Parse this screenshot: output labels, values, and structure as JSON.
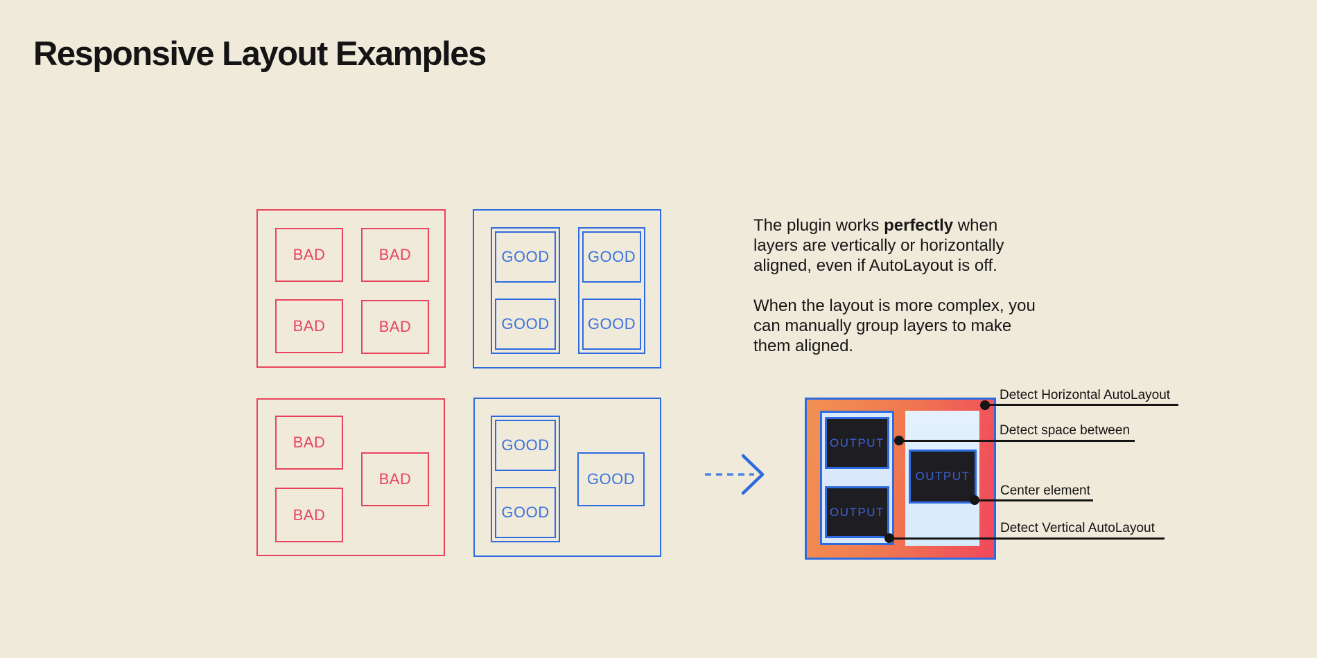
{
  "page": {
    "title": "Responsive Layout Examples"
  },
  "labels": {
    "bad": "BAD",
    "good": "GOOD",
    "output": "OUTPUT"
  },
  "description": {
    "para1_lines": [
      {
        "pre": "The plugin works ",
        "bold": "perfectly",
        "post": " when"
      },
      {
        "pre": "layers are vertically or horizontally"
      },
      {
        "pre": "aligned, even if AutoLayout is off."
      }
    ],
    "para2_lines": [
      {
        "pre": "When the layout is more complex, you"
      },
      {
        "pre": "can manually group layers to make"
      },
      {
        "pre": "them aligned."
      }
    ]
  },
  "annotations": {
    "horizontal": "Detect Horizontal AutoLayout",
    "space_between": "Detect space between",
    "center": "Center element",
    "vertical": "Detect Vertical AutoLayout"
  },
  "colors": {
    "canvas_background": "#F0EADB",
    "bad_red": "#E8455D",
    "good_blue": "#2E6BE0",
    "good_text_blue": "#3B72DE",
    "text_black": "#161616",
    "output_gradient_start": "#F29152",
    "output_gradient_end": "#F1485C",
    "panel_light_blue": "#D9E9FB",
    "output_box_dark": "#1E1D21",
    "output_text_blue": "#3E63D9",
    "annotation_black": "#151515"
  }
}
